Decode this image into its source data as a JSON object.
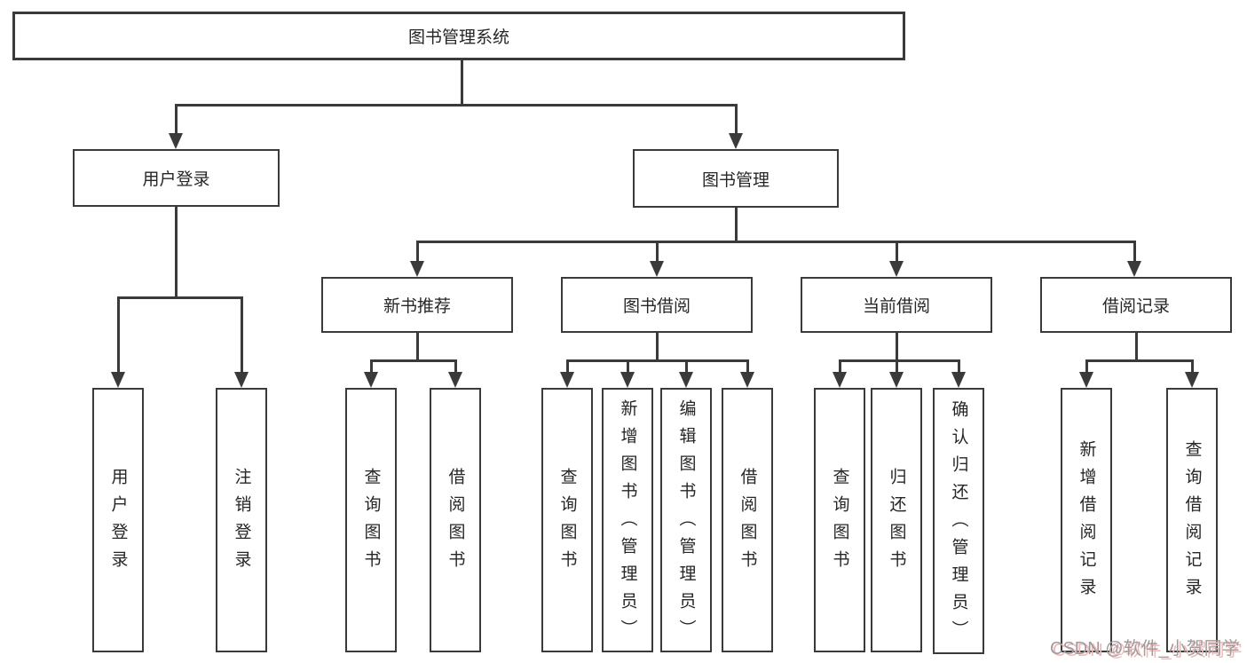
{
  "diagram": {
    "root": "图书管理系统",
    "level2": [
      "用户登录",
      "图书管理"
    ],
    "level3": [
      "新书推荐",
      "图书借阅",
      "当前借阅",
      "借阅记录"
    ],
    "leaves": {
      "login": [
        "用户登录",
        "注销登录"
      ],
      "newbook": [
        "查询图书",
        "借阅图书"
      ],
      "borrow": [
        "查询图书",
        "新增图书（管理员）",
        "编辑图书（管理员）",
        "借阅图书"
      ],
      "current": [
        "查询图书",
        "归还图书",
        "确认归还（管理员）"
      ],
      "records": [
        "新增借阅记录",
        "查询借阅记录"
      ]
    }
  },
  "watermark": "CSDN @软件_小贺同学",
  "colors": {
    "line": "#3a3a3a",
    "text": "#262626",
    "background": "#ffffff",
    "watermark_gray": "#9c9c9c",
    "watermark_pink": "#f3b6b6"
  }
}
